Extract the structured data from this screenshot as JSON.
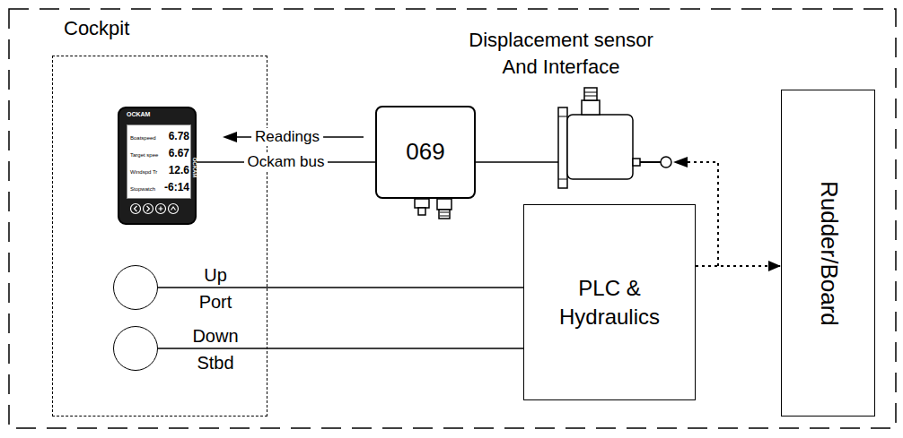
{
  "diagram": {
    "nodes": [
      {
        "text": [
          "Cockpit"
        ]
      },
      {
        "text": [
          "OCKAM",
          "Boatspeed",
          "6.78",
          "Target spee",
          "6.67",
          "Windspd Tr",
          "12.6",
          "Stopwatch",
          "-6:14",
          "OCKAM"
        ],
        "in": 0
      },
      {
        "text": [
          "Up",
          "Port"
        ],
        "in": 0
      },
      {
        "text": [
          "Down",
          "Stbd"
        ],
        "in": 0
      },
      {
        "text": [
          "069"
        ]
      },
      {
        "text": [
          "PLC & Hydraulics"
        ]
      },
      {
        "text": [
          "Rudder/Board"
        ]
      }
    ],
    "edges": [
      {
        "from": 4,
        "to": 1,
        "arrow": "none",
        "label": "Ockam bus"
      },
      {
        "from": 2,
        "to": 5,
        "arrow": "none"
      },
      {
        "from": 3,
        "to": 5,
        "arrow": "none"
      },
      {
        "from": 5,
        "to": 6,
        "arrow": "to"
      }
    ],
    "labels": [
      "Displacement sensor And Interface",
      "Readings"
    ]
  }
}
